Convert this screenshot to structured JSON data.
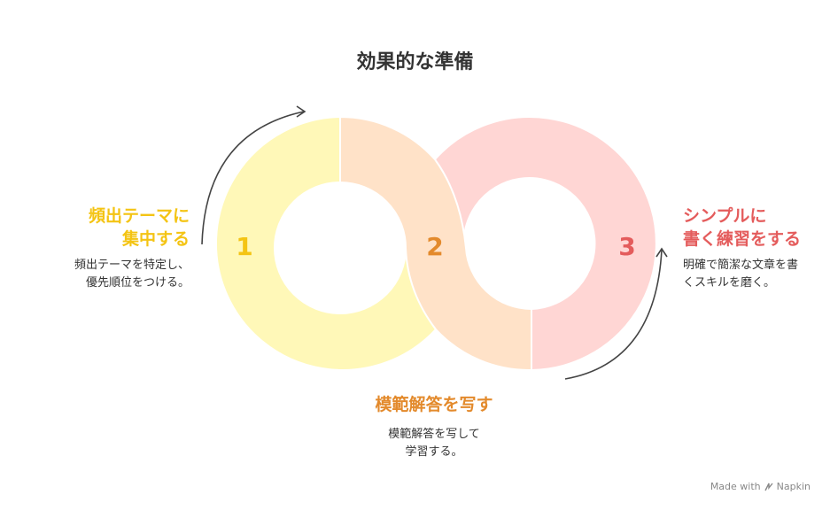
{
  "title": "効果的な準備",
  "colors": {
    "step1": "#f4c414",
    "step2": "#e38a2c",
    "step3": "#e45c5c",
    "fill1": "#fff8b8",
    "fill2": "#ffe2c8",
    "fill3": "#ffd6d4"
  },
  "steps": [
    {
      "number": "1",
      "label_line1": "頻出テーマに",
      "label_line2": "集中する",
      "desc_line1": "頻出テーマを特定し、",
      "desc_line2": "優先順位をつける。"
    },
    {
      "number": "2",
      "label_line1": "模範解答を写す",
      "desc_line1": "模範解答を写して",
      "desc_line2": "学習する。"
    },
    {
      "number": "3",
      "label_line1": "シンプルに",
      "label_line2": "書く練習をする",
      "desc_line1": "明確で簡潔な文章を書",
      "desc_line2": "くスキルを磨く。"
    }
  ],
  "footer": {
    "text": "Made with",
    "brand": "Napkin"
  }
}
